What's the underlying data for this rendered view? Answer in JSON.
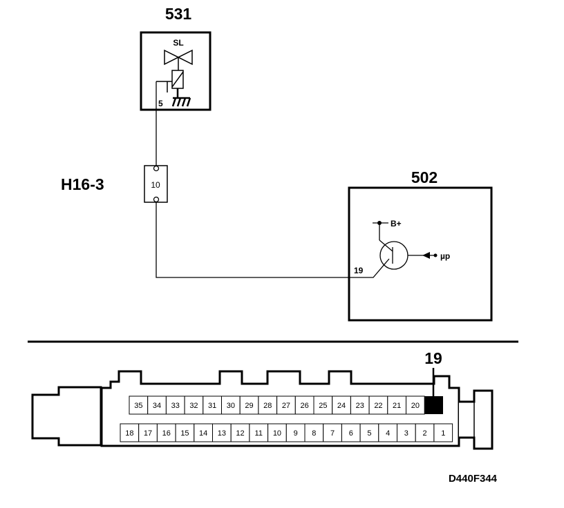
{
  "components": {
    "c531": {
      "number": "531",
      "symbol_label": "SL",
      "terminal": "5"
    },
    "c502": {
      "number": "502",
      "supply": "B+",
      "input": "µp",
      "terminal": "19"
    },
    "connector": {
      "name": "H16-3",
      "pin": "10"
    }
  },
  "ecu_connector": {
    "highlight_pin": "19",
    "top_row": [
      "35",
      "34",
      "33",
      "32",
      "31",
      "30",
      "29",
      "28",
      "27",
      "26",
      "25",
      "24",
      "23",
      "22",
      "21",
      "20"
    ],
    "bottom_row": [
      "18",
      "17",
      "16",
      "15",
      "14",
      "13",
      "12",
      "11",
      "10",
      "9",
      "8",
      "7",
      "6",
      "5",
      "4",
      "3",
      "2",
      "1"
    ]
  },
  "figure_id": "D440F344",
  "colors": {
    "ink": "#000000",
    "paper": "#ffffff"
  }
}
